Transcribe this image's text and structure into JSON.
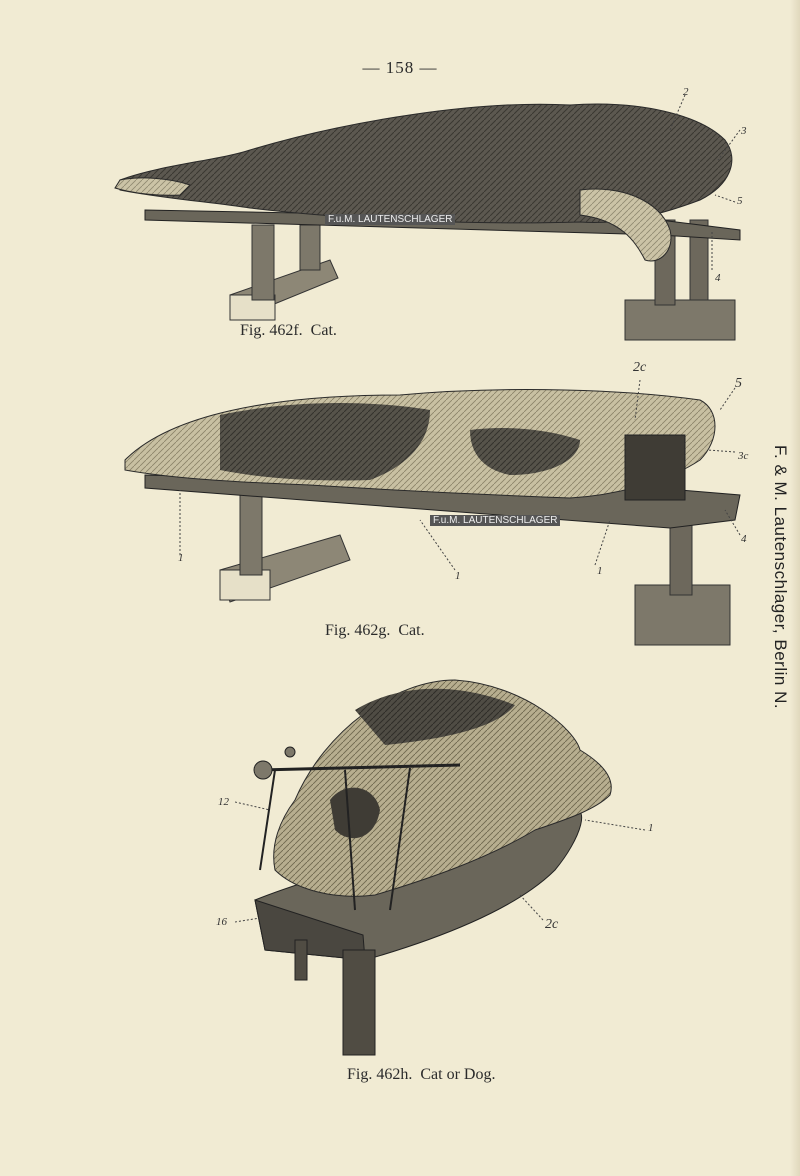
{
  "page": {
    "number": "— 158 —"
  },
  "side_text": "F. & M. Lautenschlager, Berlin N.",
  "figures": [
    {
      "caption": "Fig. 462f.  Cat.",
      "board_label": "F.u.M. LAUTENSCHLAGER",
      "callouts": {
        "c2": "2",
        "c3": "3",
        "c5": "5",
        "c4": "4"
      }
    },
    {
      "caption": "Fig. 462g.  Cat.",
      "board_label": "F.u.M. LAUTENSCHLAGER",
      "callouts": {
        "c2c": "2c",
        "c5": "5",
        "c3c": "3c",
        "c1a": "1",
        "c1b": "1",
        "c1c": "1",
        "c4": "4"
      }
    },
    {
      "caption": "Fig. 462h.  Cat or Dog.",
      "callouts": {
        "c12": "12",
        "c16": "16",
        "c1": "1",
        "c2c": "2c"
      }
    }
  ]
}
